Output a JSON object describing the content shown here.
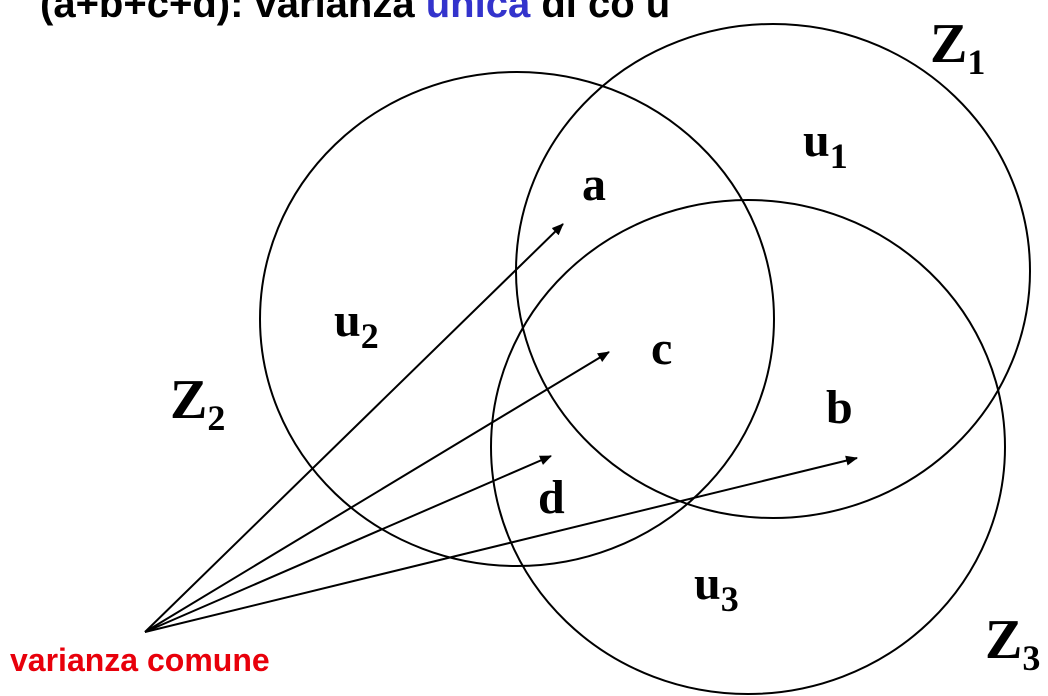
{
  "title": {
    "prefix": "(a+b+c+d): varianza ",
    "highlight": "unica",
    "suffix": " di cò u",
    "highlight_color": "#3333cc"
  },
  "circles": {
    "z1": {
      "letter": "Z",
      "index": "1"
    },
    "z2": {
      "letter": "Z",
      "index": "2"
    },
    "z3": {
      "letter": "Z",
      "index": "3"
    }
  },
  "regions": {
    "u1": {
      "letter": "u",
      "index": "1"
    },
    "u2": {
      "letter": "u",
      "index": "2"
    },
    "u3": {
      "letter": "u",
      "index": "3"
    },
    "a": "a",
    "b": "b",
    "c": "c",
    "d": "d"
  },
  "caption": "varianza comune",
  "colors": {
    "caption": "#e8000b",
    "lines": "#000000"
  }
}
